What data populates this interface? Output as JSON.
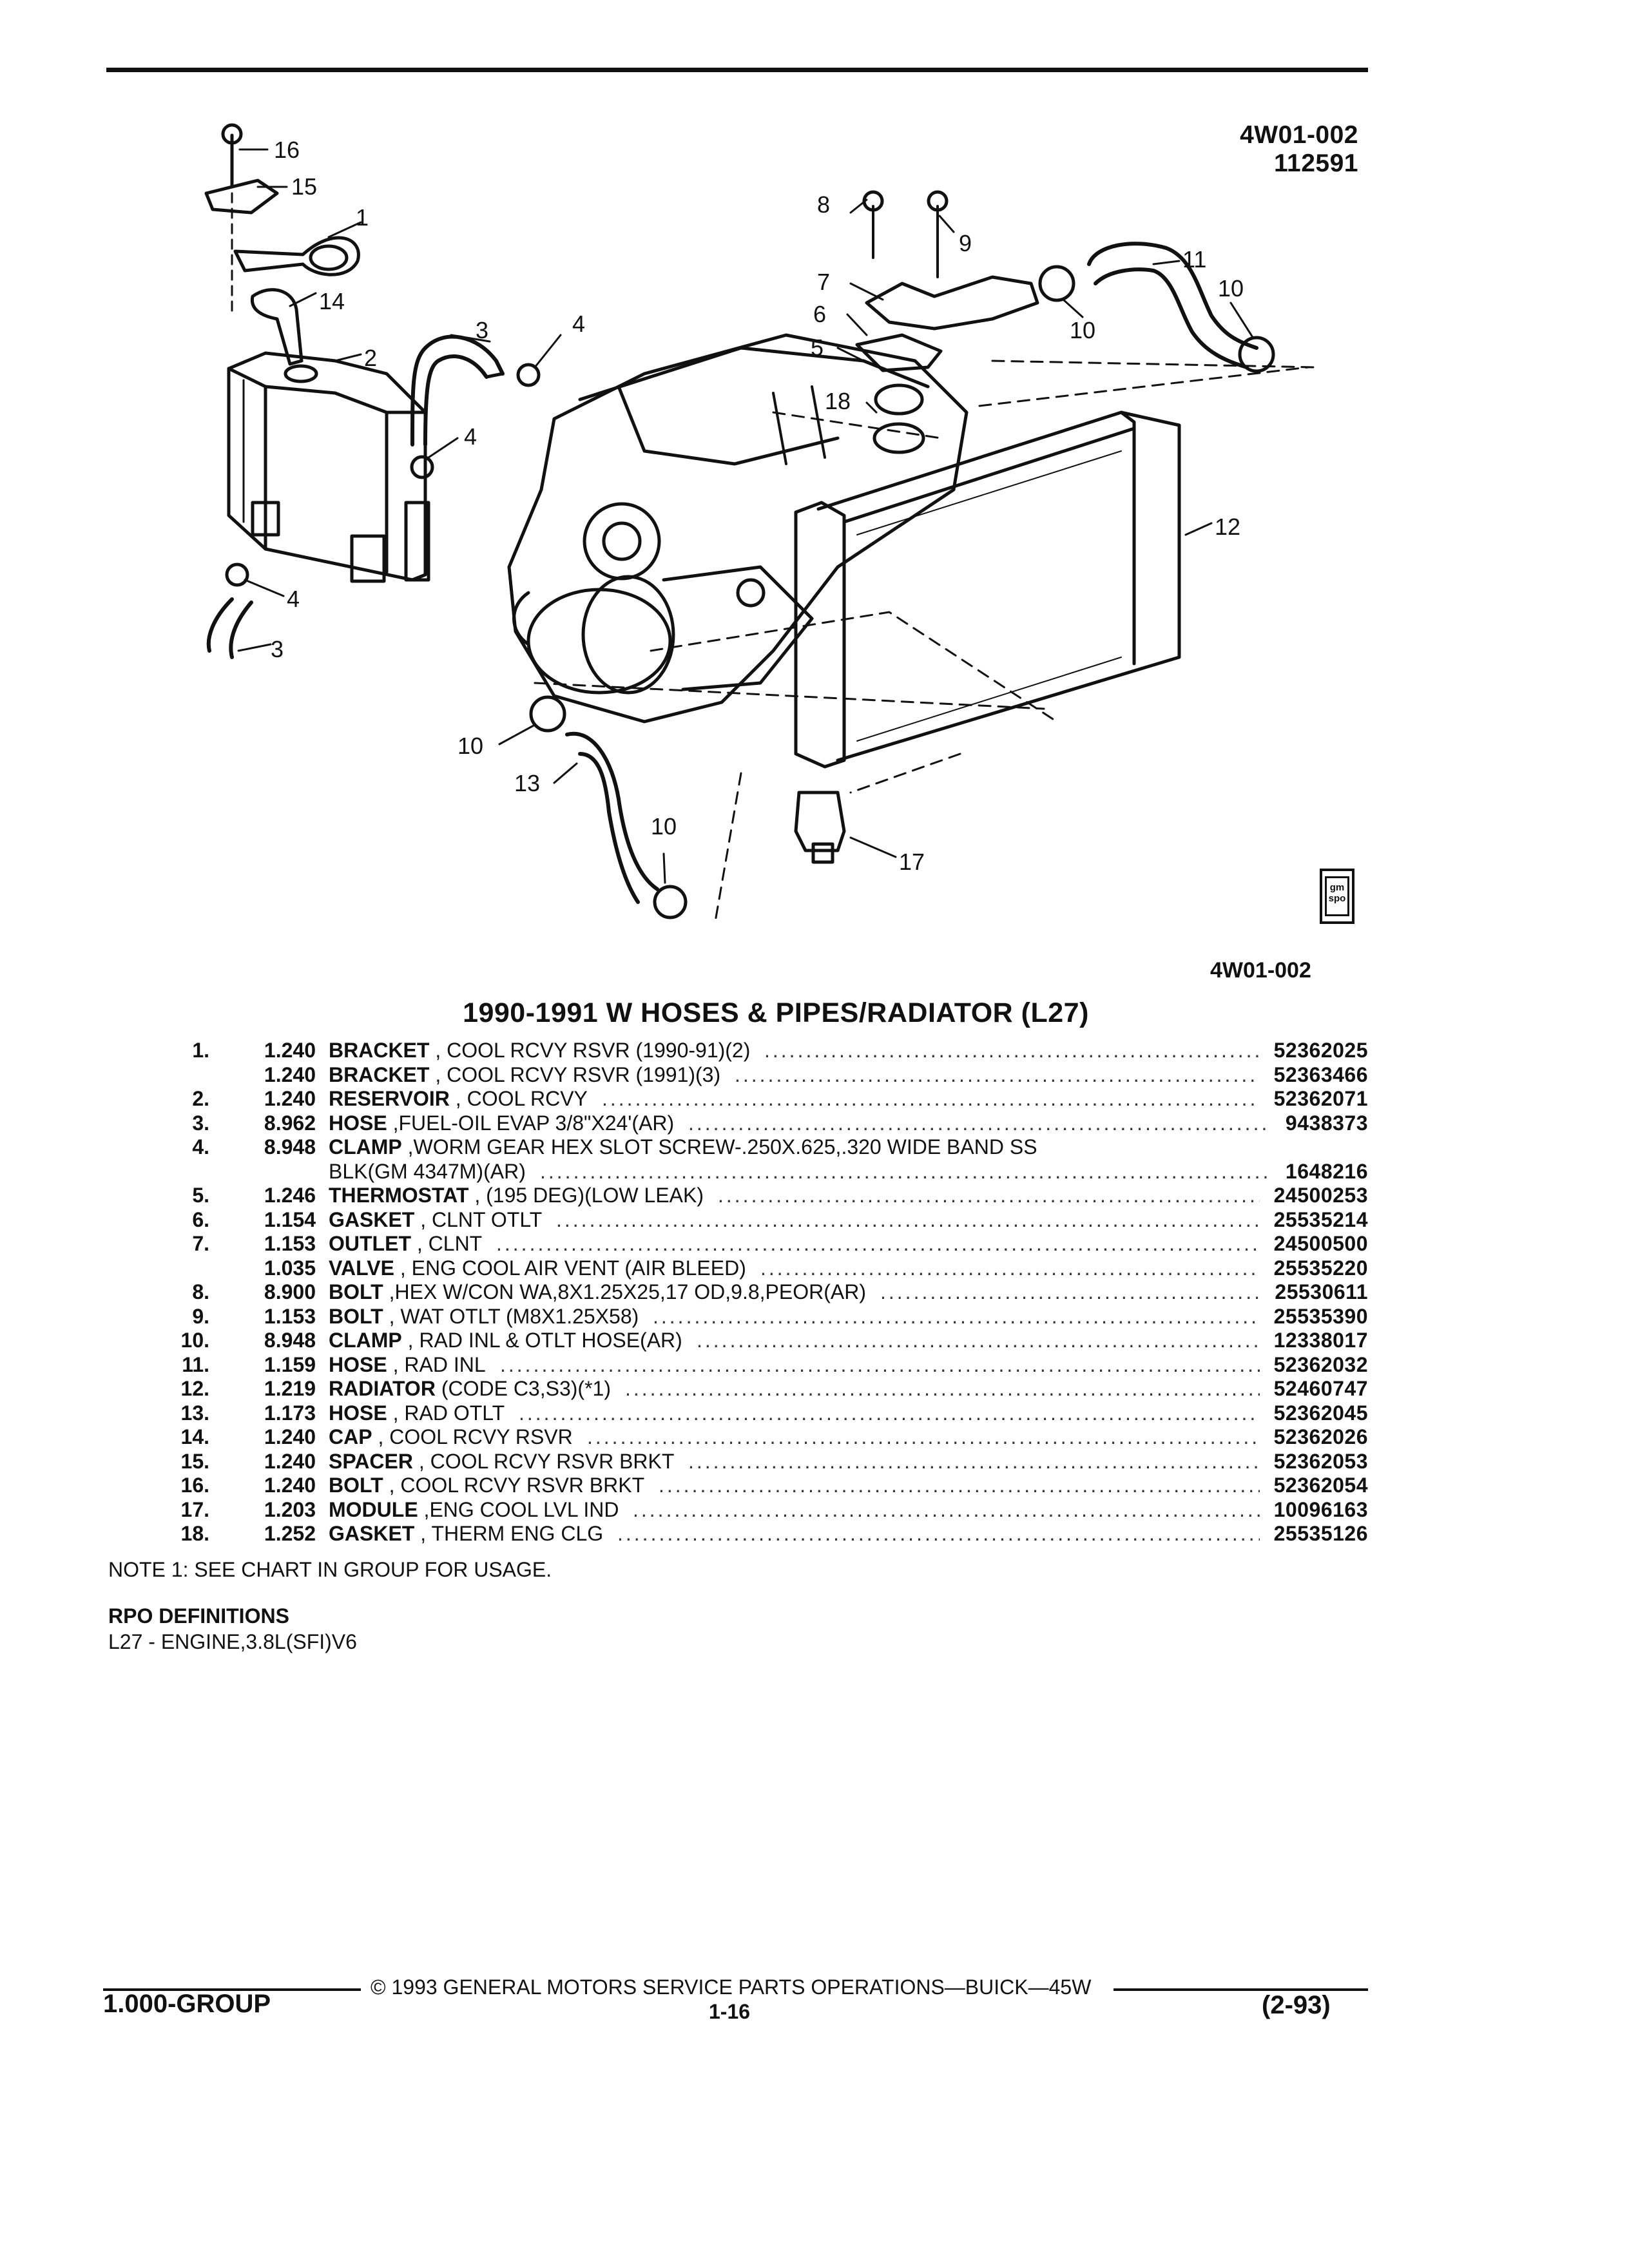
{
  "header": {
    "figure_code": "4W01-002",
    "figure_date": "112591",
    "figure_code_below": "4W01-002",
    "logo_text": "gm spo"
  },
  "diagram": {
    "callouts": [
      "16",
      "15",
      "1",
      "14",
      "2",
      "3",
      "4",
      "4",
      "4",
      "3",
      "8",
      "9",
      "7",
      "6",
      "5",
      "18",
      "11",
      "10",
      "10",
      "12",
      "10",
      "13",
      "10",
      "17"
    ]
  },
  "title": "1990-1991 W HOSES & PIPES/RADIATOR (L27)",
  "parts": [
    {
      "num": "1.",
      "ref": "1.240",
      "name": "BRACKET",
      "rest": " , COOL RCVY RSVR (1990-91)(2)",
      "pn": "52362025"
    },
    {
      "num": "",
      "ref": "1.240",
      "name": "BRACKET",
      "rest": " , COOL RCVY RSVR (1991)(3)",
      "pn": "52363466"
    },
    {
      "num": "2.",
      "ref": "1.240",
      "name": "RESERVOIR",
      "rest": " , COOL RCVY",
      "pn": "52362071"
    },
    {
      "num": "3.",
      "ref": "8.962",
      "name": "HOSE",
      "rest": " ,FUEL-OIL EVAP 3/8\"X24'(AR)",
      "pn": "9438373"
    },
    {
      "num": "4.",
      "ref": "8.948",
      "name": "CLAMP",
      "rest": " ,WORM GEAR HEX SLOT SCREW-.250X.625,.320 WIDE BAND SS",
      "pn": ""
    },
    {
      "num": "",
      "ref": "",
      "name": "",
      "rest": "BLK(GM 4347M)(AR)",
      "pn": "1648216"
    },
    {
      "num": "5.",
      "ref": "1.246",
      "name": "THERMOSTAT",
      "rest": " , (195 DEG)(LOW LEAK)",
      "pn": "24500253"
    },
    {
      "num": "6.",
      "ref": "1.154",
      "name": "GASKET",
      "rest": " , CLNT OTLT",
      "pn": "25535214"
    },
    {
      "num": "7.",
      "ref": "1.153",
      "name": "OUTLET",
      "rest": " , CLNT",
      "pn": "24500500"
    },
    {
      "num": "",
      "ref": "1.035",
      "name": "VALVE",
      "rest": " , ENG COOL AIR VENT (AIR BLEED)",
      "pn": "25535220"
    },
    {
      "num": "8.",
      "ref": "8.900",
      "name": "BOLT",
      "rest": " ,HEX W/CON WA,8X1.25X25,17 OD,9.8,PEOR(AR)",
      "pn": "25530611"
    },
    {
      "num": "9.",
      "ref": "1.153",
      "name": "BOLT",
      "rest": " , WAT OTLT (M8X1.25X58)",
      "pn": "25535390"
    },
    {
      "num": "10.",
      "ref": "8.948",
      "name": "CLAMP",
      "rest": " , RAD INL & OTLT HOSE(AR)",
      "pn": "12338017"
    },
    {
      "num": "11.",
      "ref": "1.159",
      "name": "HOSE",
      "rest": " , RAD INL",
      "pn": "52362032"
    },
    {
      "num": "12.",
      "ref": "1.219",
      "name": "RADIATOR",
      "rest": " (CODE C3,S3)(*1)",
      "pn": "52460747"
    },
    {
      "num": "13.",
      "ref": "1.173",
      "name": "HOSE",
      "rest": " , RAD OTLT",
      "pn": "52362045"
    },
    {
      "num": "14.",
      "ref": "1.240",
      "name": "CAP",
      "rest": " , COOL RCVY RSVR",
      "pn": "52362026"
    },
    {
      "num": "15.",
      "ref": "1.240",
      "name": "SPACER",
      "rest": " , COOL RCVY RSVR BRKT",
      "pn": "52362053"
    },
    {
      "num": "16.",
      "ref": "1.240",
      "name": "BOLT",
      "rest": " , COOL RCVY RSVR BRKT",
      "pn": "52362054"
    },
    {
      "num": "17.",
      "ref": "1.203",
      "name": "MODULE",
      "rest": " ,ENG COOL LVL IND",
      "pn": "10096163"
    },
    {
      "num": "18.",
      "ref": "1.252",
      "name": "GASKET",
      "rest": " , THERM ENG CLG",
      "pn": "25535126"
    }
  ],
  "note": "NOTE  1:  SEE CHART IN GROUP FOR USAGE.",
  "rpo": {
    "heading": "RPO DEFINITIONS",
    "definition": "L27 - ENGINE,3.8L(SFI)V6"
  },
  "footer": {
    "copyright": "©  1993  GENERAL MOTORS SERVICE PARTS OPERATIONS—BUICK—45W",
    "group": "1.000-GROUP",
    "page": "1-16",
    "date": "(2-93)"
  }
}
